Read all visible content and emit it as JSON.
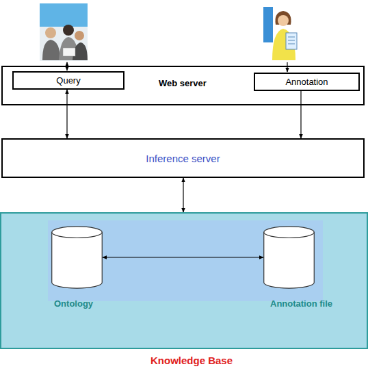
{
  "diagram": {
    "nodes": [
      {
        "text": [
          "Web server"
        ]
      },
      {
        "text": [
          "Query"
        ],
        "in": 0
      },
      {
        "text": [
          "Annotation"
        ],
        "in": 0
      },
      {
        "text": [
          "Inference server"
        ]
      },
      {
        "text": [
          "Knowledge Base"
        ]
      },
      {
        "text": [
          "Ontology"
        ],
        "in": 4
      },
      {
        "text": [
          "Annotation file"
        ],
        "in": 4
      }
    ],
    "edges": [
      {
        "from": 1,
        "to": 3,
        "arrow": "both"
      },
      {
        "from": 2,
        "to": 3,
        "arrow": "to"
      },
      {
        "from": 3,
        "to": 4,
        "arrow": "both"
      },
      {
        "from": 5,
        "to": 6,
        "arrow": "both"
      }
    ]
  }
}
